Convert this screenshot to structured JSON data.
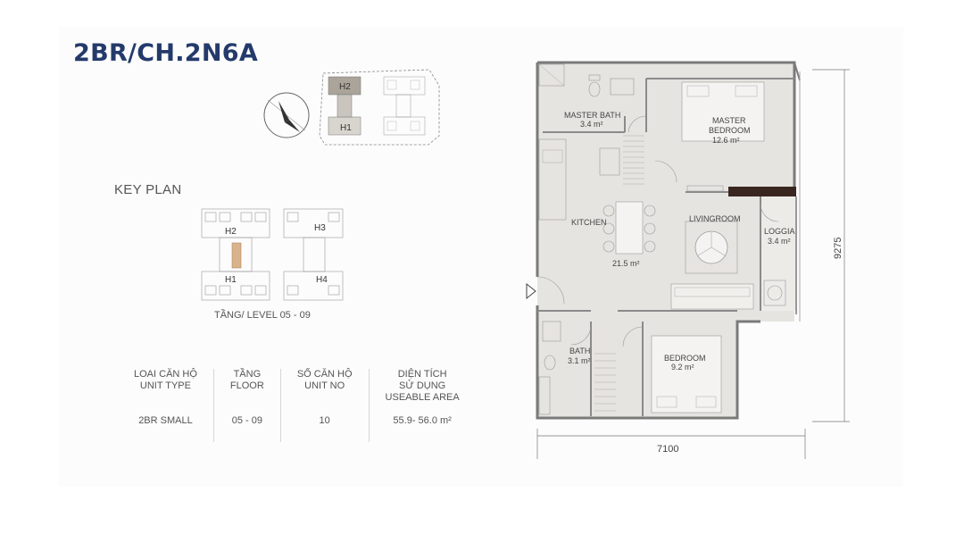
{
  "title": "2BR/CH.2N6A",
  "key_plan": {
    "label": "KEY PLAN",
    "buildings": [
      "H2",
      "H3",
      "H1",
      "H4"
    ],
    "level": "TẦNG/ LEVEL 05 - 09"
  },
  "mini_plan": {
    "buildings": [
      "H2",
      "H1"
    ]
  },
  "unit_info": {
    "headers": [
      [
        "LOAI CĂN HỘ",
        "UNIT TYPE"
      ],
      [
        "TẦNG",
        "FLOOR"
      ],
      [
        "SỐ CĂN HỘ",
        "UNIT NO"
      ],
      [
        "DIỆN TÍCH",
        "SỬ DỤNG",
        "USEABLE AREA"
      ]
    ],
    "values": [
      "2BR SMALL",
      "05 - 09",
      "10",
      "55.9- 56.0 m²"
    ]
  },
  "rooms": {
    "master_bath": {
      "name": "MASTER BATH",
      "area": "3.4 m²"
    },
    "master_bedroom": {
      "name": [
        "MASTER",
        "BEDROOM"
      ],
      "area": "12.6 m²"
    },
    "kitchen": {
      "name": "KITCHEN"
    },
    "livingroom": {
      "name": "LIVINGROOM",
      "area": "21.5 m²"
    },
    "loggia": {
      "name": "LOGGIA",
      "area": "3.4 m²"
    },
    "bath": {
      "name": "BATH",
      "area": "3.1 m²"
    },
    "bedroom": {
      "name": "BEDROOM",
      "area": "9.2 m²"
    }
  },
  "dimensions": {
    "width": "7100",
    "height": "9275"
  },
  "colors": {
    "title": "#243a6b",
    "floor": "#e6e4e0",
    "wall": "#7a7a7a",
    "highlight": "#d9b38c",
    "accent_beam": "#3a2620"
  }
}
